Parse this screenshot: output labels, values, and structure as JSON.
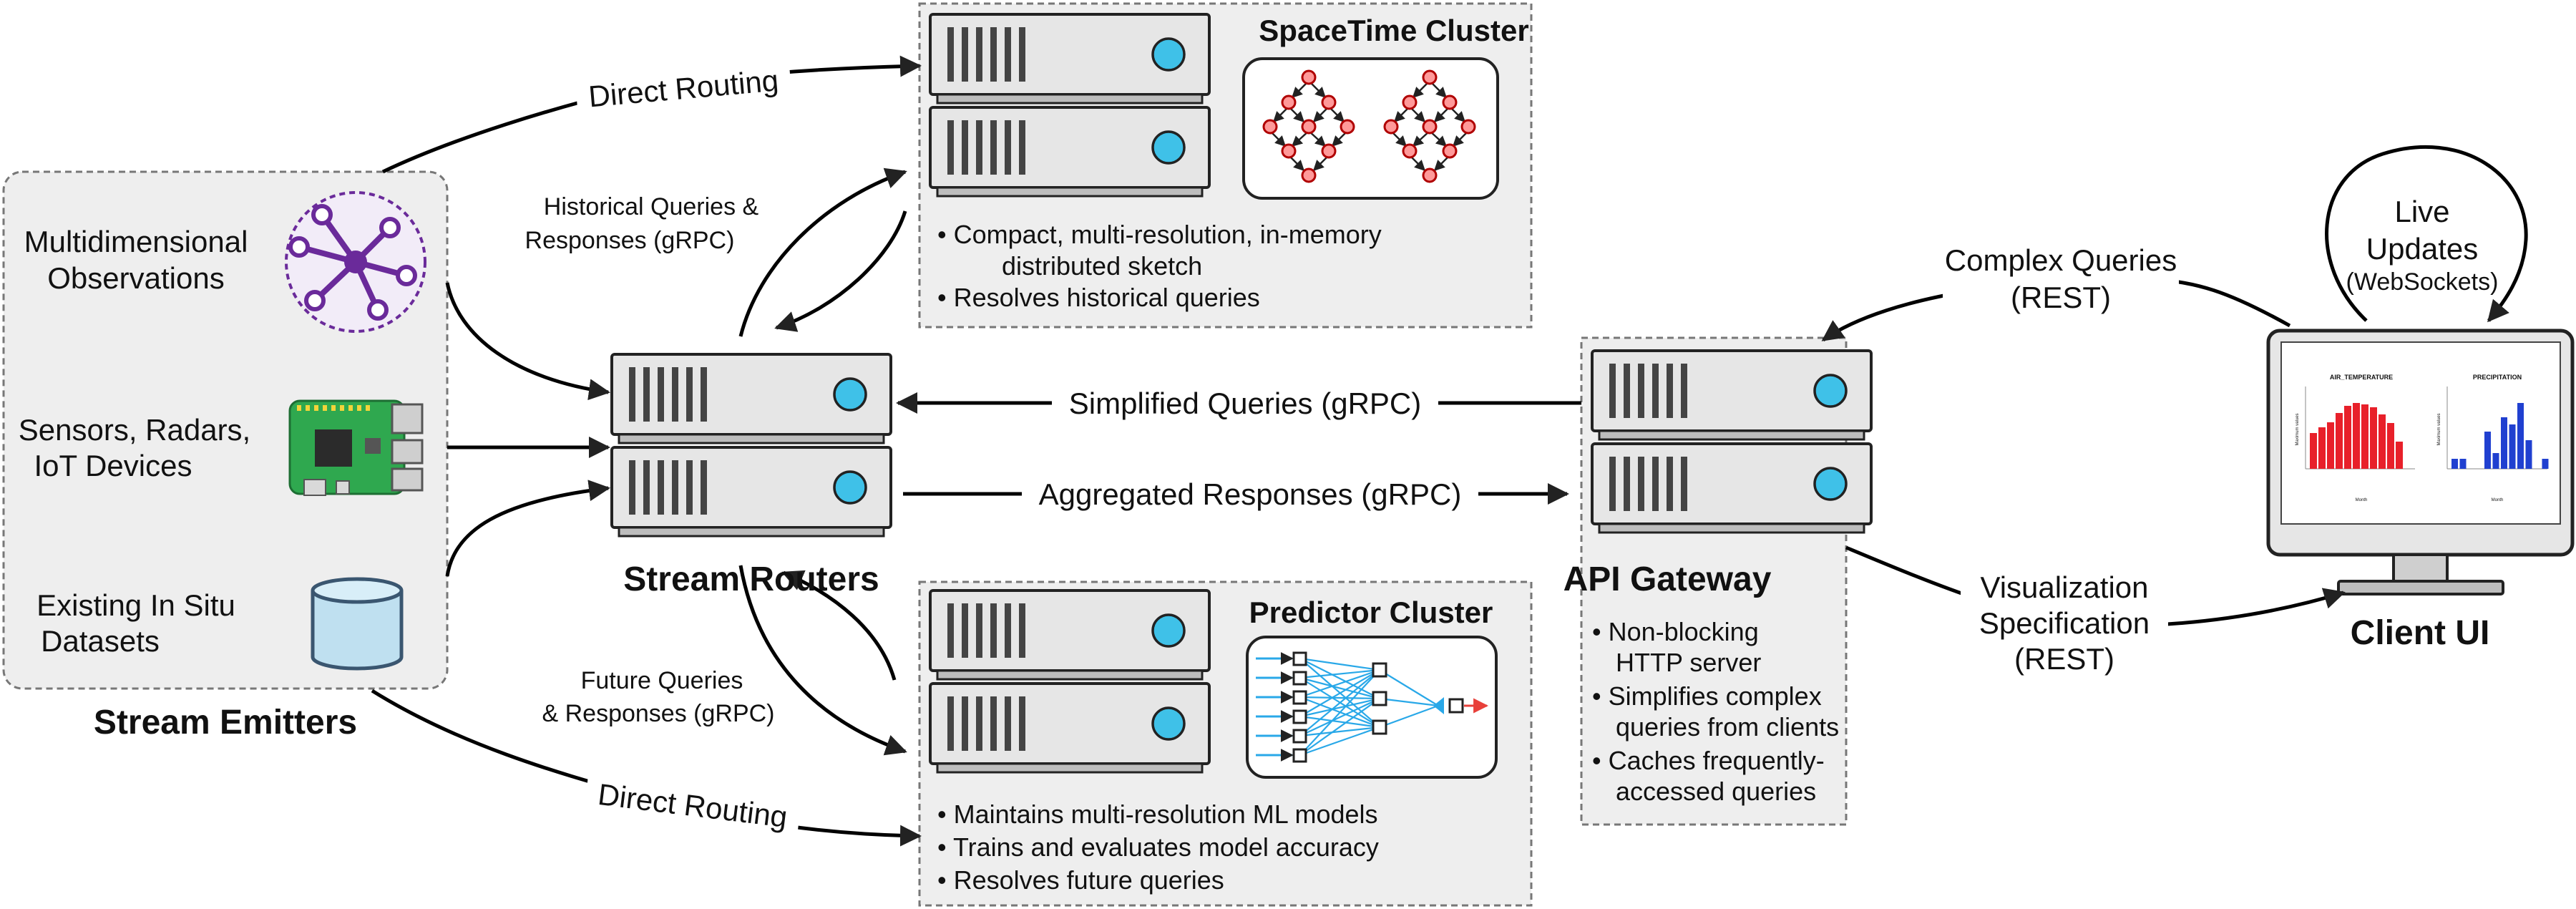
{
  "emitters": {
    "title": "Stream Emitters",
    "items": [
      {
        "label1": "Multidimensional",
        "label2": "Observations"
      },
      {
        "label1": "Sensors, Radars,",
        "label2": "IoT Devices"
      },
      {
        "label1": "Existing In Situ",
        "label2": "Datasets"
      }
    ]
  },
  "routers": {
    "title": "Stream Routers"
  },
  "spacetime": {
    "title": "SpaceTime Cluster",
    "bullets": [
      "Compact, multi-resolution, in-memory",
      "distributed sketch",
      "Resolves historical queries"
    ]
  },
  "predictor": {
    "title": "Predictor Cluster",
    "bullets": [
      "Maintains multi-resolution ML models",
      "Trains and evaluates model accuracy",
      "Resolves future queries"
    ]
  },
  "gateway": {
    "title": "API Gateway",
    "bullets": [
      "Non-blocking",
      "HTTP server",
      "Simplifies complex",
      "queries from clients",
      "Caches frequently-",
      "accessed queries"
    ]
  },
  "client": {
    "title": "Client UI",
    "live1": "Live",
    "live2": "Updates",
    "live3": "(WebSockets)",
    "chart1_title": "AIR_TEMPERATURE",
    "chart2_title": "PRECIPITATION",
    "axis_x": "Month",
    "axis_y": "Maximum values"
  },
  "edges": {
    "direct_top": "Direct Routing",
    "direct_bottom": "Direct Routing",
    "historical1": "Historical Queries &",
    "historical2": "Responses (gRPC)",
    "future1": "Future Queries",
    "future2": "& Responses (gRPC)",
    "simplified": "Simplified Queries (gRPC)",
    "aggregated": "Aggregated Responses (gRPC)",
    "complex1": "Complex Queries",
    "complex2": "(REST)",
    "viz1": "Visualization",
    "viz2": "Specification",
    "viz3": "(REST)"
  },
  "colors": {
    "server": "#e6e6e6",
    "led": "#3fc1e8",
    "panel": "#eeeeee",
    "iot_icon": "#6a2a9a",
    "board": "#2fa84f",
    "db": "#bfe0f0",
    "node": "#ff9999",
    "bar_red": "#e8202a",
    "bar_blue": "#2040d0"
  }
}
